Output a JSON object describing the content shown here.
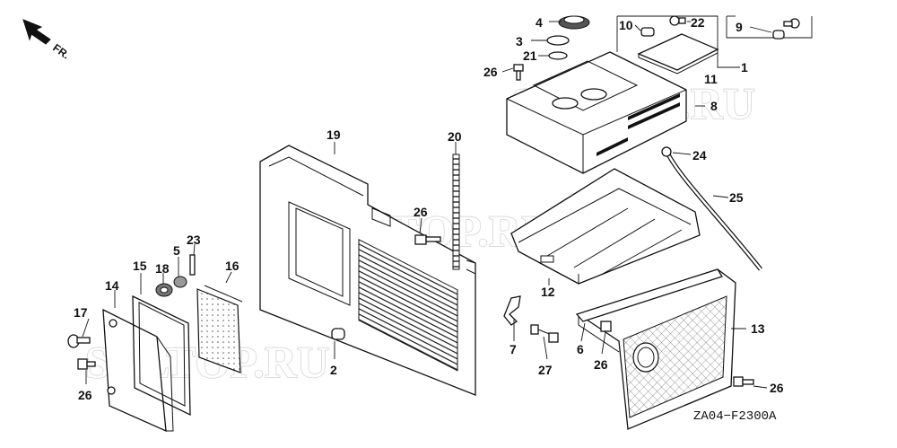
{
  "diagram": {
    "figure_code": "ZA04−F2300A",
    "direction_label": "FR.",
    "watermarks": [
      "SELTOP.RU",
      "SELTOP.RU",
      "SELTOP.RU"
    ],
    "callouts": {
      "c1": "1",
      "c2": "2",
      "c3": "3",
      "c4": "4",
      "c5": "5",
      "c6": "6",
      "c7": "7",
      "c8": "8",
      "c9": "9",
      "c10": "10",
      "c11": "11",
      "c12": "12",
      "c13": "13",
      "c14": "14",
      "c15": "15",
      "c16": "16",
      "c17": "17",
      "c18": "18",
      "c19": "19",
      "c20": "20",
      "c21": "21",
      "c22": "22",
      "c23": "23",
      "c24": "24",
      "c25": "25",
      "c26a": "26",
      "c26b": "26",
      "c26c": "26",
      "c26d": "26",
      "c26e": "26",
      "c27": "27"
    }
  }
}
